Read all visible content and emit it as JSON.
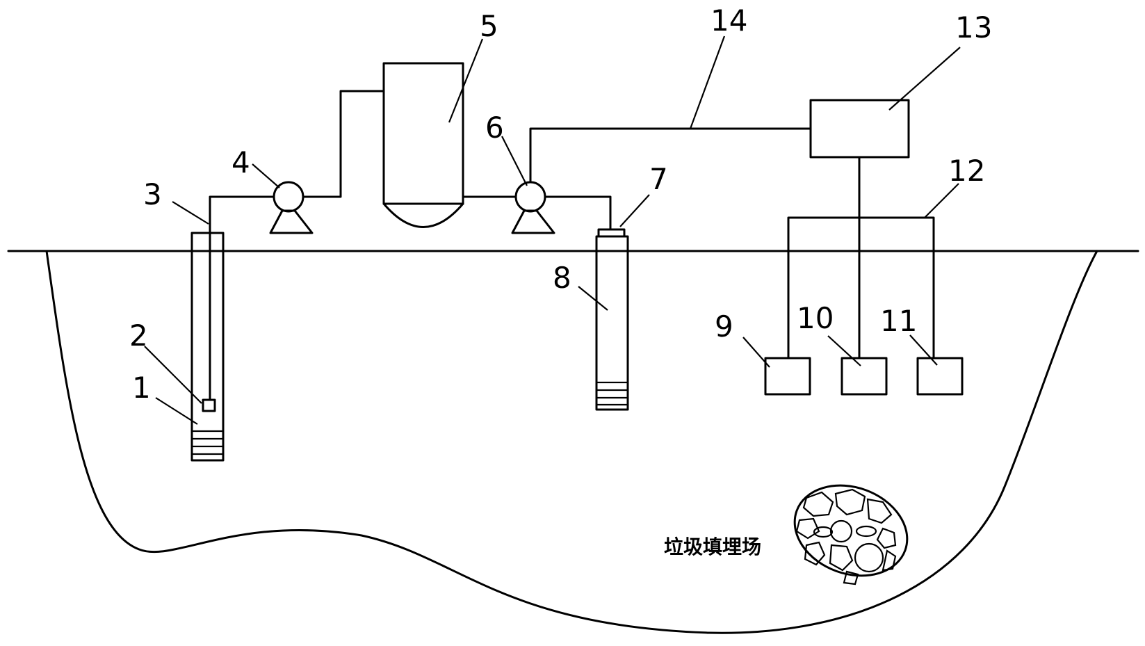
{
  "diagram": {
    "labels": {
      "n1": "1",
      "n2": "2",
      "n3": "3",
      "n4": "4",
      "n5": "5",
      "n6": "6",
      "n7": "7",
      "n8": "8",
      "n9": "9",
      "n10": "10",
      "n11": "11",
      "n12": "12",
      "n13": "13",
      "n14": "14"
    },
    "landfill_label": "垃圾填埋场"
  }
}
